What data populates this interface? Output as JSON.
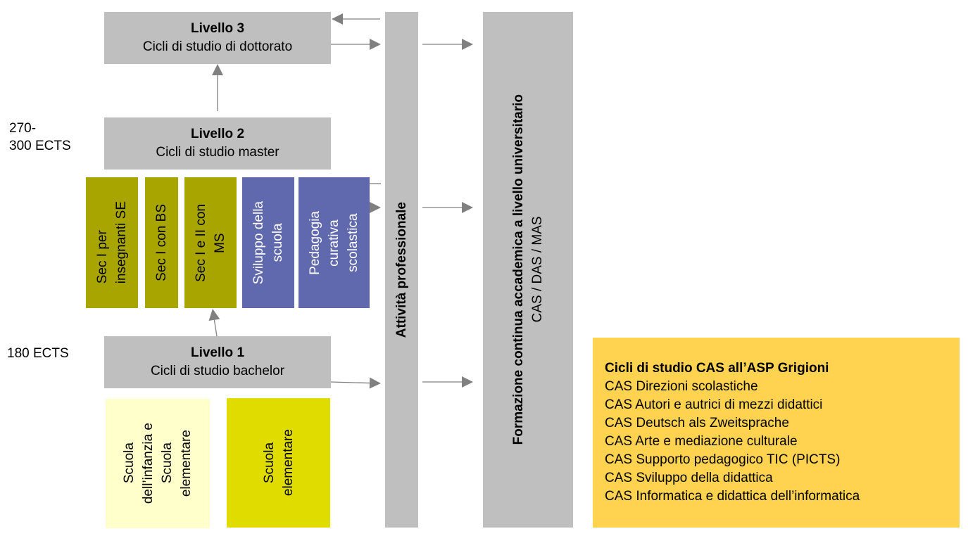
{
  "colors": {
    "level_gray": "#bfbfbf",
    "olive_program": "#a8a500",
    "blue_program": "#6068ae",
    "pale_school": "#ffffcc",
    "yellow_school": "#e0dc00",
    "cas_box": "#ffd34f",
    "arrow": "#808080"
  },
  "ects_labels": {
    "level2": [
      "270-",
      "300 ECTS"
    ],
    "level1": "180 ECTS"
  },
  "levels": [
    {
      "title": "Livello 3",
      "subtitle": "Cicli di studio di dottorato"
    },
    {
      "title": "Livello 2",
      "subtitle": "Cicli di studio master"
    },
    {
      "title": "Livello 1",
      "subtitle": "Cicli di studio bachelor"
    }
  ],
  "programs": [
    {
      "lines": [
        "Sec I per",
        "insegnanti SE"
      ]
    },
    {
      "lines": [
        "Sec I con BS"
      ]
    },
    {
      "lines": [
        "Sec I e II con",
        "MS"
      ]
    },
    {
      "lines": [
        "Sviluppo della",
        "scuola"
      ]
    },
    {
      "lines": [
        "Pedagogia",
        "curativa",
        "scolastica"
      ]
    }
  ],
  "entry_schools": [
    {
      "lines": [
        "Scuola",
        "dell’infanzia e",
        "Scuola",
        "elementare"
      ]
    },
    {
      "lines": [
        "Scuola",
        "elementare"
      ]
    }
  ],
  "activity_bar": {
    "label": "Attività professionale"
  },
  "continuing_education": {
    "title": "Formazione continua accademica a livello universitario",
    "subtitle": "CAS / DAS / MAS"
  },
  "cas_box": {
    "title": "Cicli di studio CAS all’ASP Grigioni",
    "items": [
      "CAS Direzioni scolastiche",
      "CAS Autori e autrici di mezzi didattici",
      "CAS Deutsch als Zweitsprache",
      "CAS Arte e mediazione culturale",
      "CAS Supporto pedagogico TIC (PICTS)",
      "CAS Sviluppo della didattica",
      "CAS Informatica e didattica dell’informatica"
    ]
  }
}
